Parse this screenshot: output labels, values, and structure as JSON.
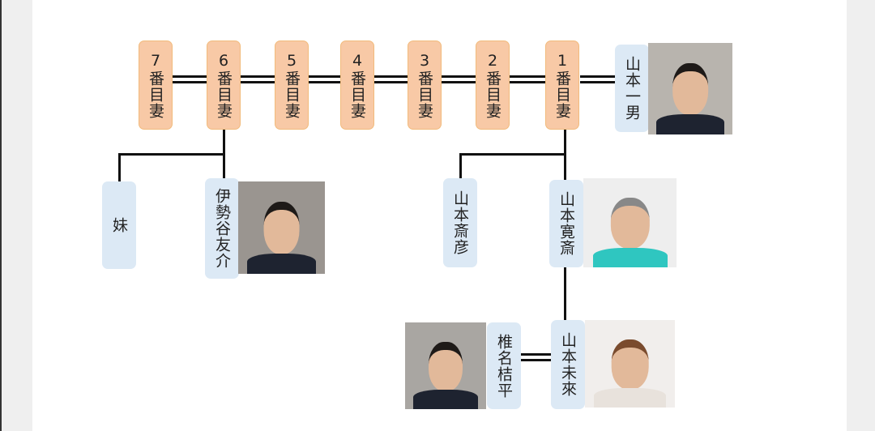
{
  "wives": [
    "7番目妻",
    "6番目妻",
    "5番目妻",
    "4番目妻",
    "3番目妻",
    "2番目妻",
    "1番目妻"
  ],
  "people": {
    "father": "山本一男",
    "sister": "妹",
    "iseya": "伊勢谷友介",
    "saihiko": "山本斎彦",
    "kansai": "山本寛斎",
    "mirai": "山本未來",
    "kippei": "椎名桔平"
  }
}
